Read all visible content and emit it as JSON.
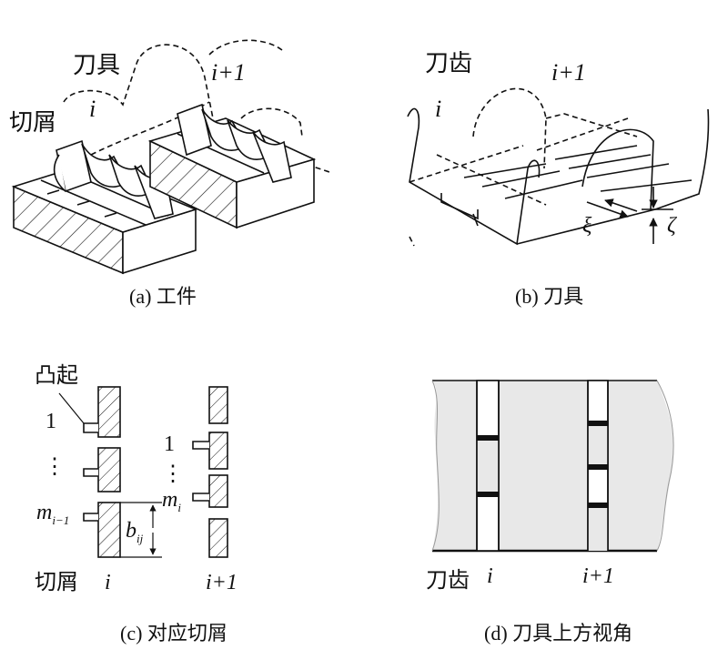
{
  "colors": {
    "ink": "#111111",
    "gray_fill": "#e8e8e8",
    "white": "#ffffff"
  },
  "panel_a": {
    "caption": "(a) 工件",
    "label_tool": "刀具",
    "label_chips": "切屑",
    "label_i": "i",
    "label_i1": "i+1"
  },
  "panel_b": {
    "caption": "(b) 刀具",
    "label_tooth": "刀齿",
    "label_i": "i",
    "label_i1": "i+1",
    "label_xi": "ξ",
    "label_zeta": "ζ"
  },
  "panel_c": {
    "caption": "(c) 对应切屑",
    "label_bump": "凸起",
    "label_one_left": "1",
    "label_one_right": "1",
    "label_m_left": "m",
    "label_m_left_sub": "i−1",
    "label_m_right": "m",
    "label_m_right_sub": "i",
    "label_b": "b",
    "label_b_sub": "ij",
    "label_chips": "切屑",
    "label_i": "i",
    "label_i1": "i+1",
    "dots": "⋮"
  },
  "panel_d": {
    "caption": "(d) 刀具上方视角",
    "label_tooth": "刀齿",
    "label_i": "i",
    "label_i1": "i+1"
  }
}
